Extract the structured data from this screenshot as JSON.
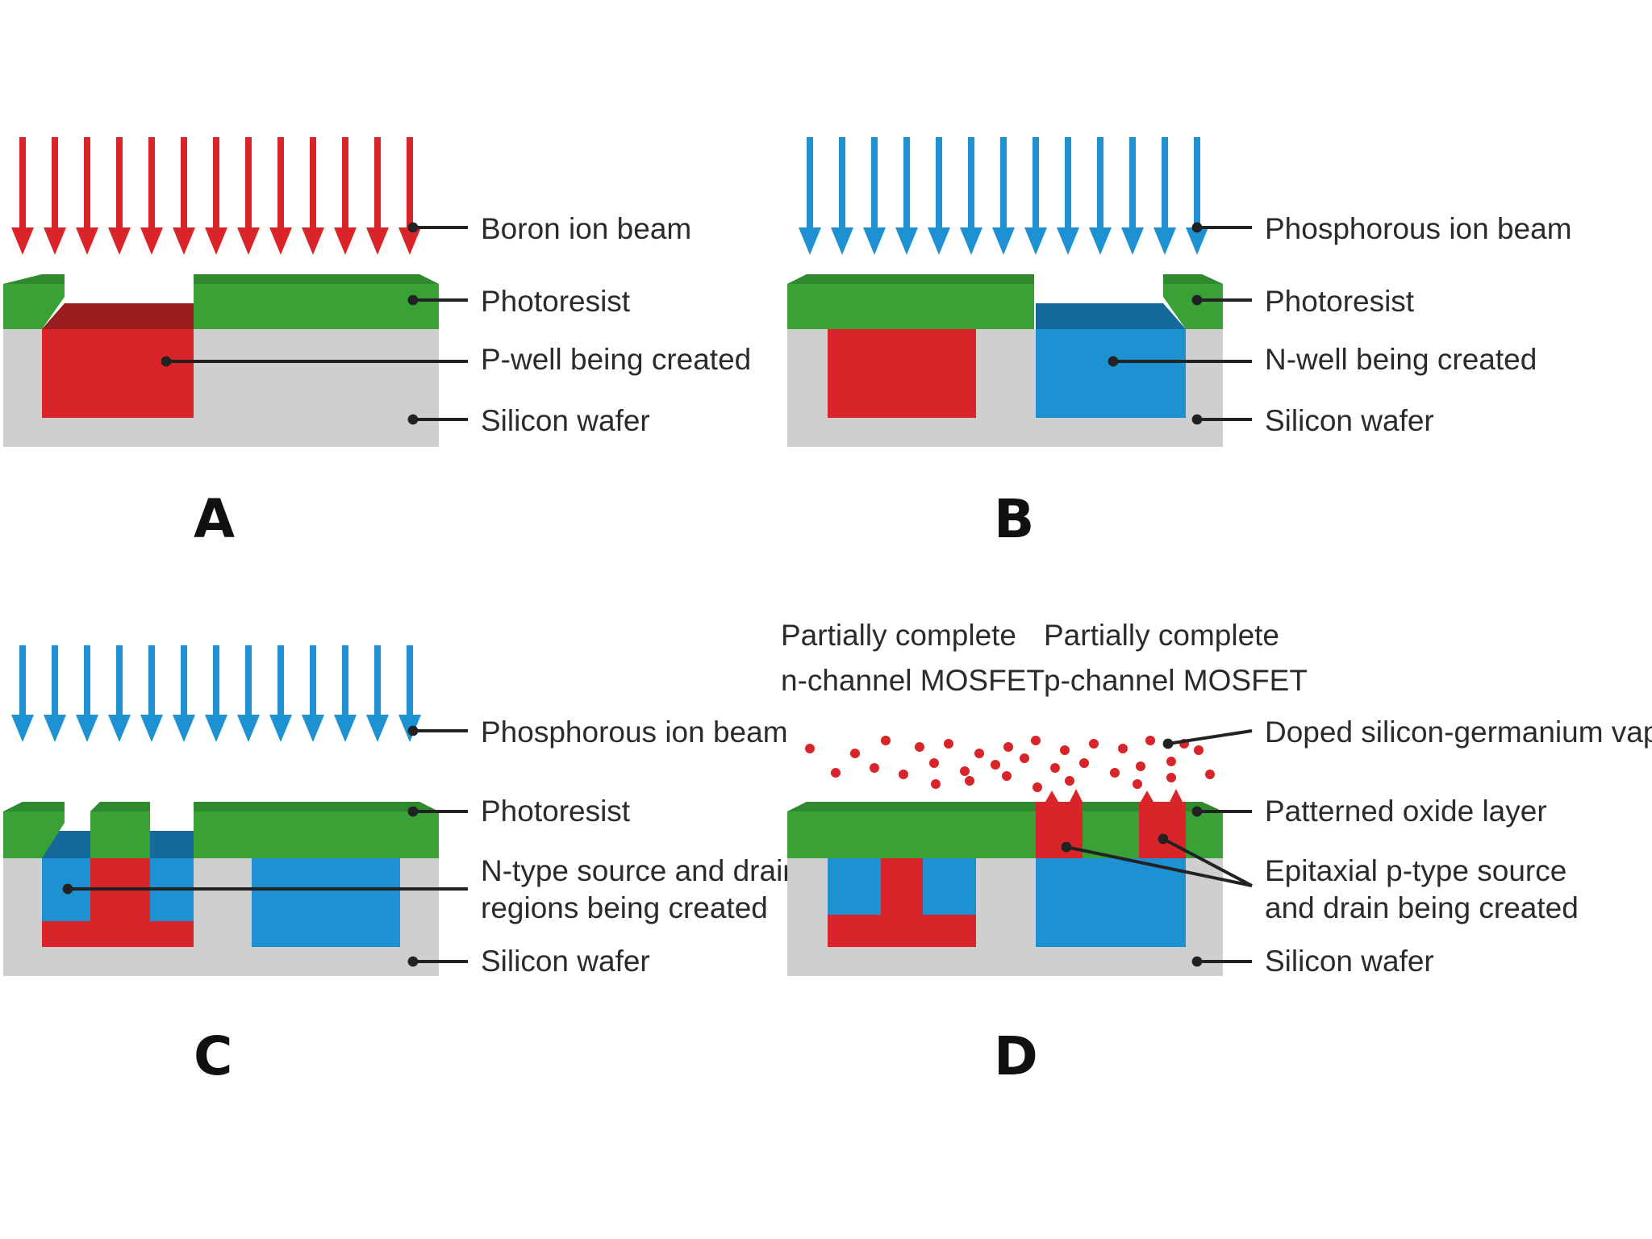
{
  "colors": {
    "wafer": "#cfcfcf",
    "photoresist": "#3aa136",
    "photoresist_top": "#2e8a2c",
    "p_well": "#d9252a",
    "p_well_top": "#9a1d1f",
    "n_well": "#1e91d3",
    "n_well_top": "#15699c",
    "boron_arrow": "#d9252a",
    "phosphorous_arrow": "#1e91d3",
    "leader": "#222222"
  },
  "panels": {
    "a": {
      "letter": "A",
      "labels": {
        "beam": "Boron ion beam",
        "photoresist": "Photoresist",
        "well": "P-well being created",
        "wafer": "Silicon wafer"
      }
    },
    "b": {
      "letter": "B",
      "labels": {
        "beam": "Phosphorous ion beam",
        "photoresist": "Photoresist",
        "well": "N-well being created",
        "wafer": "Silicon wafer"
      }
    },
    "c": {
      "letter": "C",
      "labels": {
        "beam": "Phosphorous ion beam",
        "photoresist": "Photoresist",
        "regions_line1": "N-type source and drain",
        "regions_line2": "regions being created",
        "wafer": "Silicon wafer"
      }
    },
    "d": {
      "letter": "D",
      "labels": {
        "n_mosfet_line1": "Partially complete",
        "n_mosfet_line2": "n-channel MOSFET",
        "p_mosfet_line1": "Partially complete",
        "p_mosfet_line2": "p-channel MOSFET",
        "vapour": "Doped silicon-germanium vapour",
        "oxide": "Patterned oxide layer",
        "epi_line1": "Epitaxial p-type source",
        "epi_line2": "and drain being created",
        "wafer": "Silicon wafer"
      }
    }
  }
}
